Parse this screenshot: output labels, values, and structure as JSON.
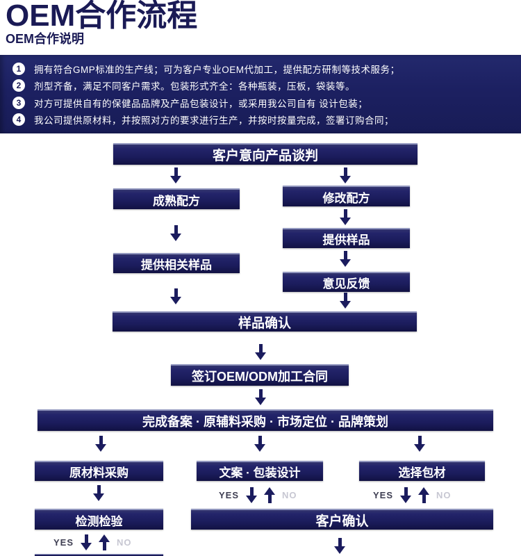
{
  "header": {
    "title": "OEM合作流程",
    "subtitle": "OEM合作说明"
  },
  "intro": {
    "items": [
      {
        "num": "1",
        "text": "拥有符合GMP标准的生产线；可为客户专业OEM代加工，提供配方研制等技术服务；"
      },
      {
        "num": "2",
        "text": "剂型齐备，满足不同客户需求。包装形式齐全：各种瓶装，压板，袋装等。"
      },
      {
        "num": "3",
        "text": "对方可提供自有的保健品品牌及产品包装设计，或采用我公司自有 设计包装；"
      },
      {
        "num": "4",
        "text": "我公司提供原材料，并按照对方的要求进行生产，并按时按量完成，签署订购合同；"
      }
    ]
  },
  "flow": {
    "boxes": {
      "negotiation": "客户意向产品谈判",
      "mature_formula": "成熟配方",
      "modify_formula": "修改配方",
      "provide_samples": "提供样品",
      "provide_related_samples": "提供相关样品",
      "feedback": "意见反馈",
      "sample_confirmation": "样品确认",
      "sign_contract": "签订OEM/ODM加工合同",
      "filing": "完成备案 · 原辅料采购 · 市场定位 · 品牌策划",
      "raw_material_purchase": "原材料采购",
      "copy_packaging_design": "文案 · 包装设计",
      "select_packaging": "选择包材",
      "testing_inspection": "检测检验",
      "customer_confirmation": "客户确认"
    },
    "labels": {
      "yes": "YES",
      "no": "NO"
    }
  },
  "colors": {
    "navy": "#1b1c5e",
    "title_text": "#1a1a55",
    "panel_bg": "#1c2061",
    "box_top_highlight": "#9297bf",
    "box_body": "#1b1c5c",
    "box_bottom": "#121243",
    "box_text": "#ffffff",
    "yes_text": "#3e3e52",
    "no_text": "#c7c7d2"
  }
}
